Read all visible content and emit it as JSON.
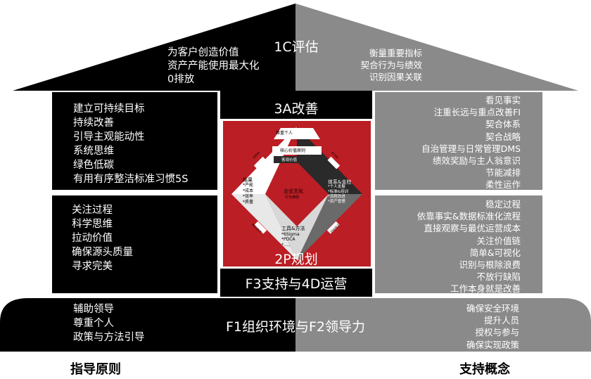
{
  "roof": {
    "title": "1C评估",
    "left_lines": [
      "为客户创造价值",
      "资产产能使用最大化",
      "0排放"
    ],
    "right_lines": [
      "衡量重要指标",
      "契合行为与绩效",
      "识别因果关联"
    ]
  },
  "tier1": {
    "title": "3A改善",
    "left_lines": [
      "建立可持续目标",
      "持续改善",
      "引导主观能动性",
      "系统思维",
      "绿色低碳",
      "有用有序整洁标准习惯5S"
    ],
    "right_lines": [
      "看见事实",
      "注重长远与重点改善FI",
      "契合体系",
      "契合战略",
      "自治管理与日常管理DMS",
      "绩效奖励与主人翁意识",
      "节能减排",
      "柔性运作"
    ]
  },
  "tier2": {
    "title": "2P规划",
    "left_lines": [
      "关注过程",
      "科学思维",
      "拉动价值",
      "确保源头质量",
      "寻求完美"
    ],
    "right_lines": [
      "稳定过程",
      "依靠事实&数据标准化流程",
      "直接观察与最优运营成本",
      "关注价值链",
      "简单&可视化",
      "识别与根除浪费",
      "不放行缺陷",
      "工作本身就是改善"
    ]
  },
  "tier3": {
    "title": "F3支持与4D运营"
  },
  "base": {
    "title": "F1组织环境与F2领导力",
    "left_lines": [
      "辅助领导",
      "尊重个人",
      "政策与方法引导"
    ],
    "right_lines": [
      "确保安全环境",
      "提升人员",
      "授权与参与",
      "确保实现政策"
    ]
  },
  "core": {
    "top_label": "尊重个人",
    "top_bar": "核心价值原则",
    "top_bar_sub": "客观价值",
    "center_label": "企业文化",
    "center_sub": "行为准则",
    "left_title": "结果",
    "left_items": [
      "*产能",
      "*成本",
      "*效率",
      "*质量"
    ],
    "right_title": "体系&支柱",
    "right_items": [
      "*个人发展",
      "*标准&培训",
      "*流程改进",
      "*资产管理"
    ],
    "bottom_title": "工具&方法",
    "bottom_items": [
      "*6Sigma",
      "*PDCA",
      "*....."
    ],
    "arrow_tags": [
      "DRIVE",
      "ALIGN",
      "REFLECT",
      "ENABLE"
    ]
  },
  "labels": {
    "left": "指导原则",
    "right": "支持概念"
  },
  "colors": {
    "dark": "#000000",
    "gray": "#8a8a8a",
    "red": "#bb1e24",
    "white": "#ffffff"
  }
}
